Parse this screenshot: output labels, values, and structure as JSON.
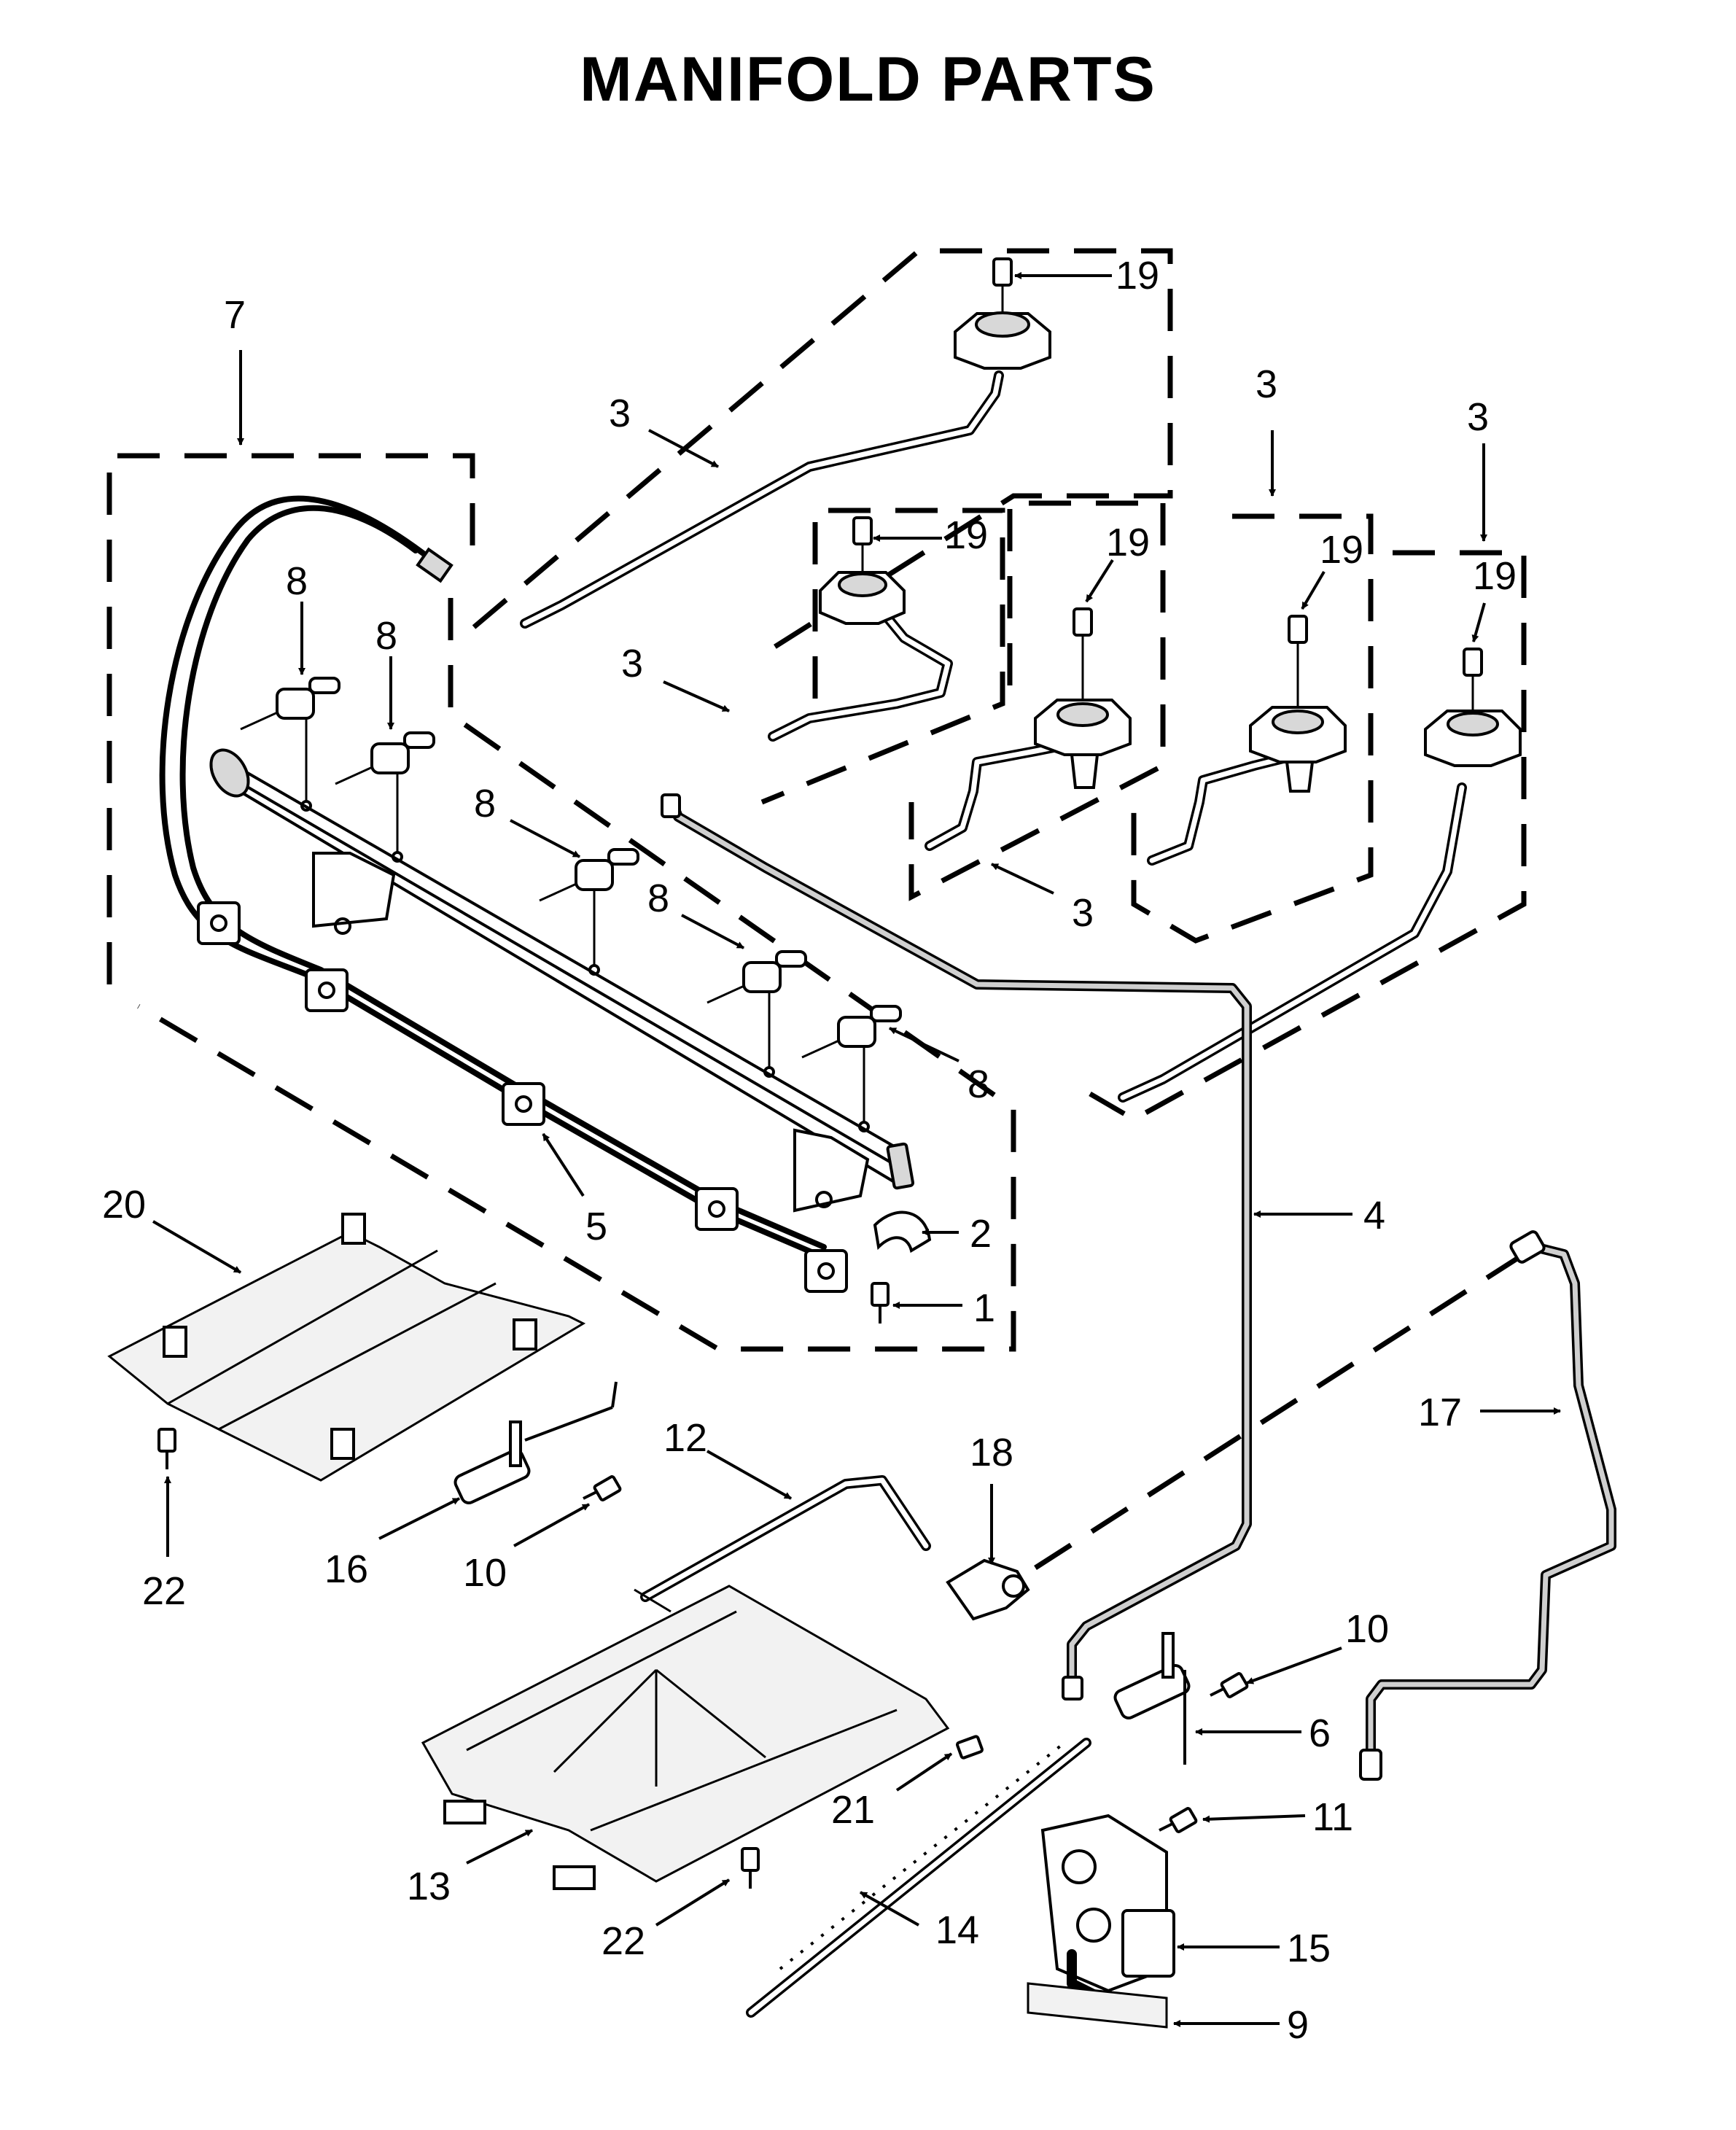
{
  "page": {
    "title": "MANIFOLD PARTS"
  },
  "callouts": {
    "c1": "1",
    "c2": "2",
    "c3a": "3",
    "c3b": "3",
    "c3c": "3",
    "c3d": "3",
    "c3e": "3",
    "c4": "4",
    "c5": "5",
    "c6": "6",
    "c7": "7",
    "c8a": "8",
    "c8b": "8",
    "c8c": "8",
    "c8d": "8",
    "c8e": "8",
    "c9": "9",
    "c10a": "10",
    "c10b": "10",
    "c11": "11",
    "c12": "12",
    "c13": "13",
    "c14": "14",
    "c15": "15",
    "c16": "16",
    "c17": "17",
    "c18": "18",
    "c19a": "19",
    "c19b": "19",
    "c19c": "19",
    "c19d": "19",
    "c19e": "19",
    "c20": "20",
    "c21": "21",
    "c22a": "22",
    "c22b": "22"
  }
}
